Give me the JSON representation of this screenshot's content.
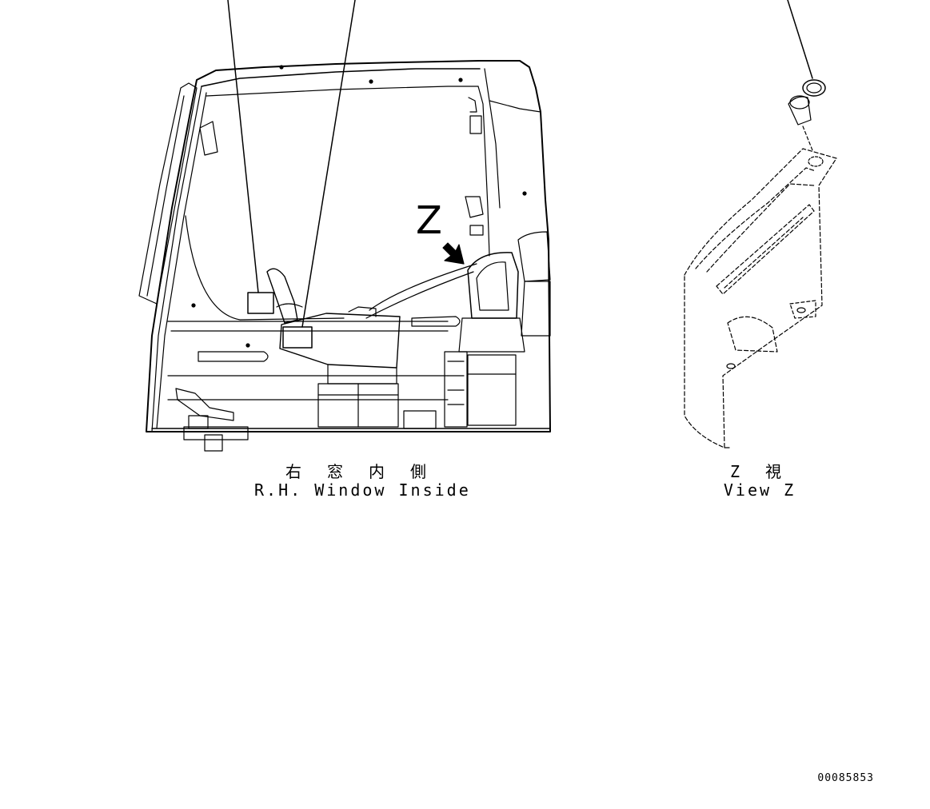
{
  "main_view": {
    "caption_ja": "右 窓 内 側",
    "caption_en": "R.H. Window Inside",
    "view_marker": "Z"
  },
  "detail_view": {
    "caption_ja": "Z 視",
    "caption_en": "View Z"
  },
  "document_number": "00085853"
}
